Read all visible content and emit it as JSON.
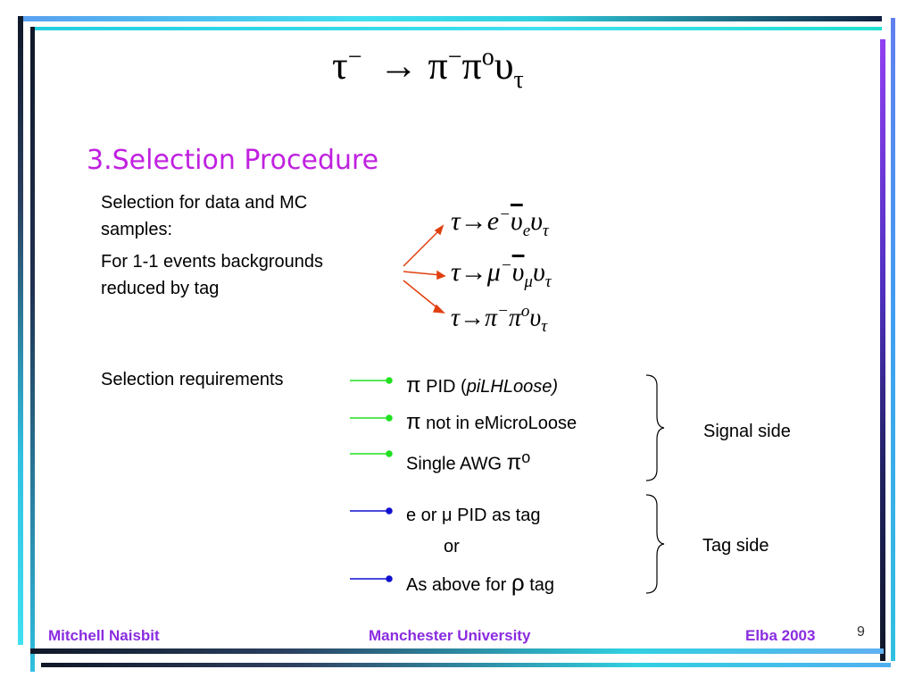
{
  "title": {
    "tau": "τ",
    "minus": "−",
    "arrow": "→",
    "pi": "π",
    "pi0": "π",
    "zero": "o",
    "nu": "υ",
    "tau_sub": "τ"
  },
  "heading": "3.Selection Procedure",
  "intro": {
    "line1": "Selection for data and MC",
    "line2": "samples:",
    "line3": "For 1-1 events backgrounds",
    "line4": "reduced by tag"
  },
  "channels": [
    {
      "tau": "τ",
      "arrow": "→",
      "lepton": "e",
      "sup": "−",
      "nubar": "υ",
      "nubar_sub": "e",
      "nu": "υ",
      "nu_sub": "τ"
    },
    {
      "tau": "τ",
      "arrow": "→",
      "lepton": "μ",
      "sup": "−",
      "nubar": "υ",
      "nubar_sub": "μ",
      "nu": "υ",
      "nu_sub": "τ"
    },
    {
      "tau": "τ",
      "arrow": "→",
      "lepton": "π",
      "sup": "−",
      "pi0": "π",
      "zero": "o",
      "nu": "υ",
      "nu_sub": "τ"
    }
  ],
  "requirements_label": "Selection requirements",
  "signal_items": [
    {
      "sym": "π",
      "text": " PID (",
      "italic": "piLHLoose)"
    },
    {
      "sym": "π",
      "text": " not in eMicroLoose"
    },
    {
      "text": "Single AWG ",
      "sym": "π",
      "sup": "o"
    }
  ],
  "signal_label": "Signal side",
  "tag_items": [
    {
      "text": "e or μ PID as tag"
    },
    {
      "text": "or"
    },
    {
      "text": "As above for ",
      "sym": "ρ",
      "tail": " tag"
    }
  ],
  "tag_label": "Tag side",
  "footer": {
    "left": "Mitchell Naisbit",
    "center": "Manchester University",
    "right": "Elba 2003",
    "page": "9"
  },
  "colors": {
    "heading": "#c020e0",
    "footer": "#8a2ce0",
    "signal_arrow": "#20e020",
    "tag_arrow": "#1010d0",
    "channel_arrow": "#e04010"
  }
}
